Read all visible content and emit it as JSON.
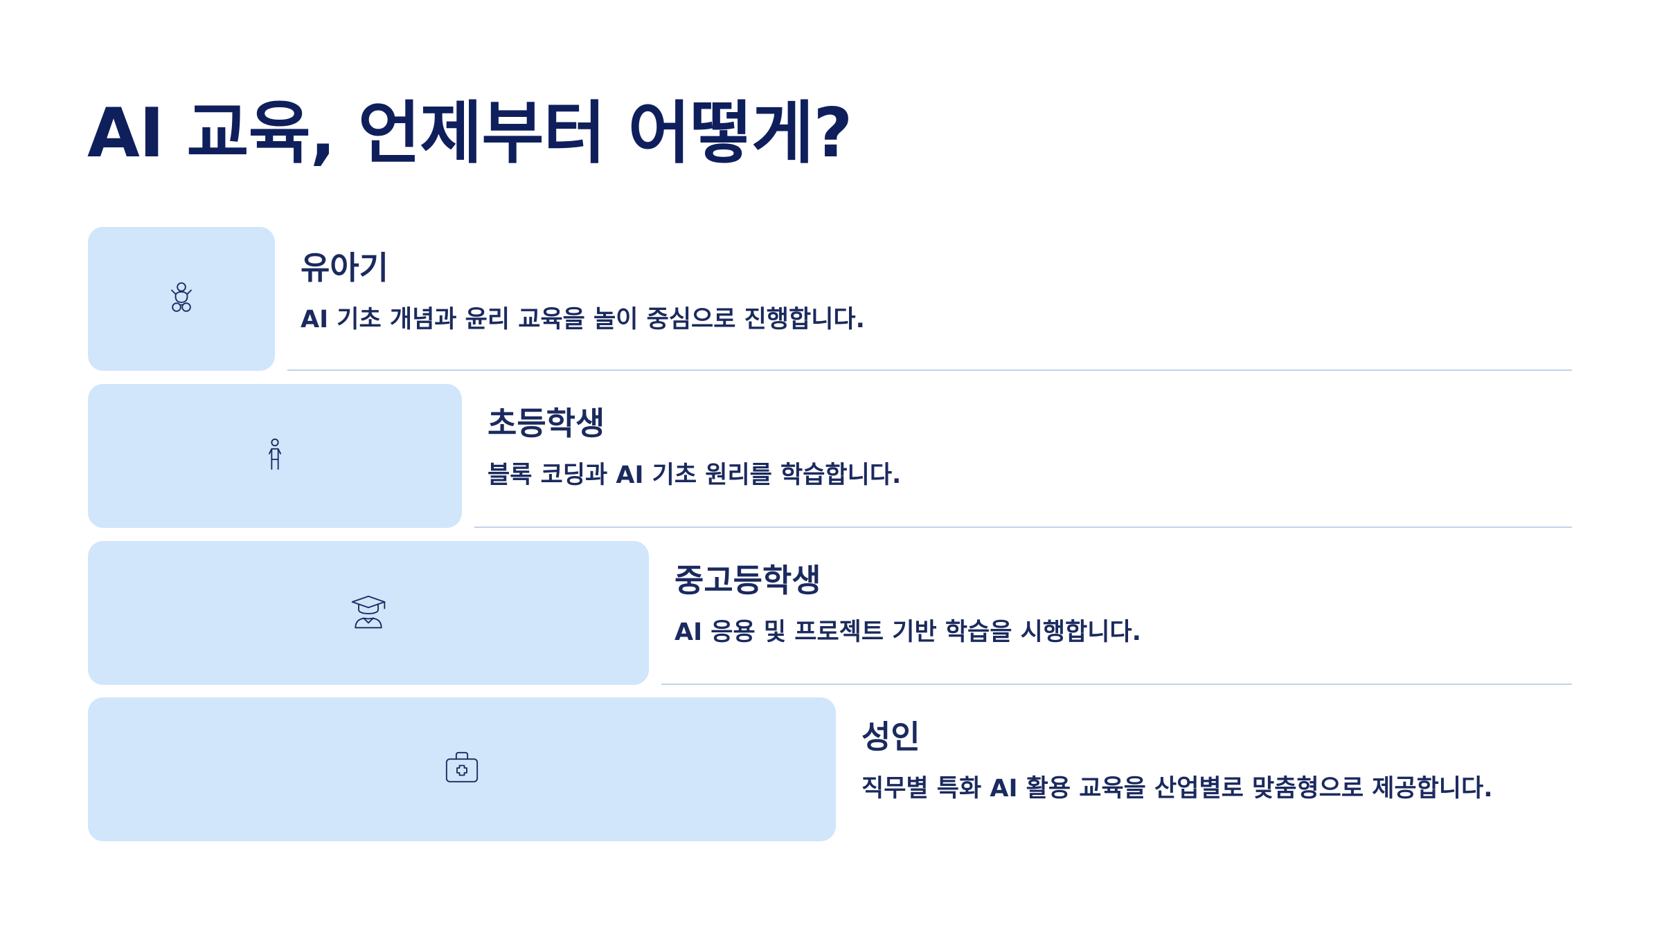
{
  "title": "AI 교육, 언제부터 어떻게?",
  "colors": {
    "title": "#0f1f5c",
    "text": "#1b2a5e",
    "box": "#d1e5fb",
    "divider": "#c3d2ea"
  },
  "stages": [
    {
      "heading": "유아기",
      "description": "AI 기초 개념과 윤리 교육을 놀이 중심으로 진행합니다.",
      "icon": "baby-icon"
    },
    {
      "heading": "초등학생",
      "description": "블록 코딩과 AI 기초 원리를 학습합니다.",
      "icon": "child-icon"
    },
    {
      "heading": "중고등학생",
      "description": "AI 응용 및 프로젝트 기반 학습을 시행합니다.",
      "icon": "graduate-icon"
    },
    {
      "heading": "성인",
      "description": "직무별 특화 AI 활용 교육을 산업별로 맞춤형으로 제공합니다.",
      "icon": "briefcase-medical-icon"
    }
  ]
}
